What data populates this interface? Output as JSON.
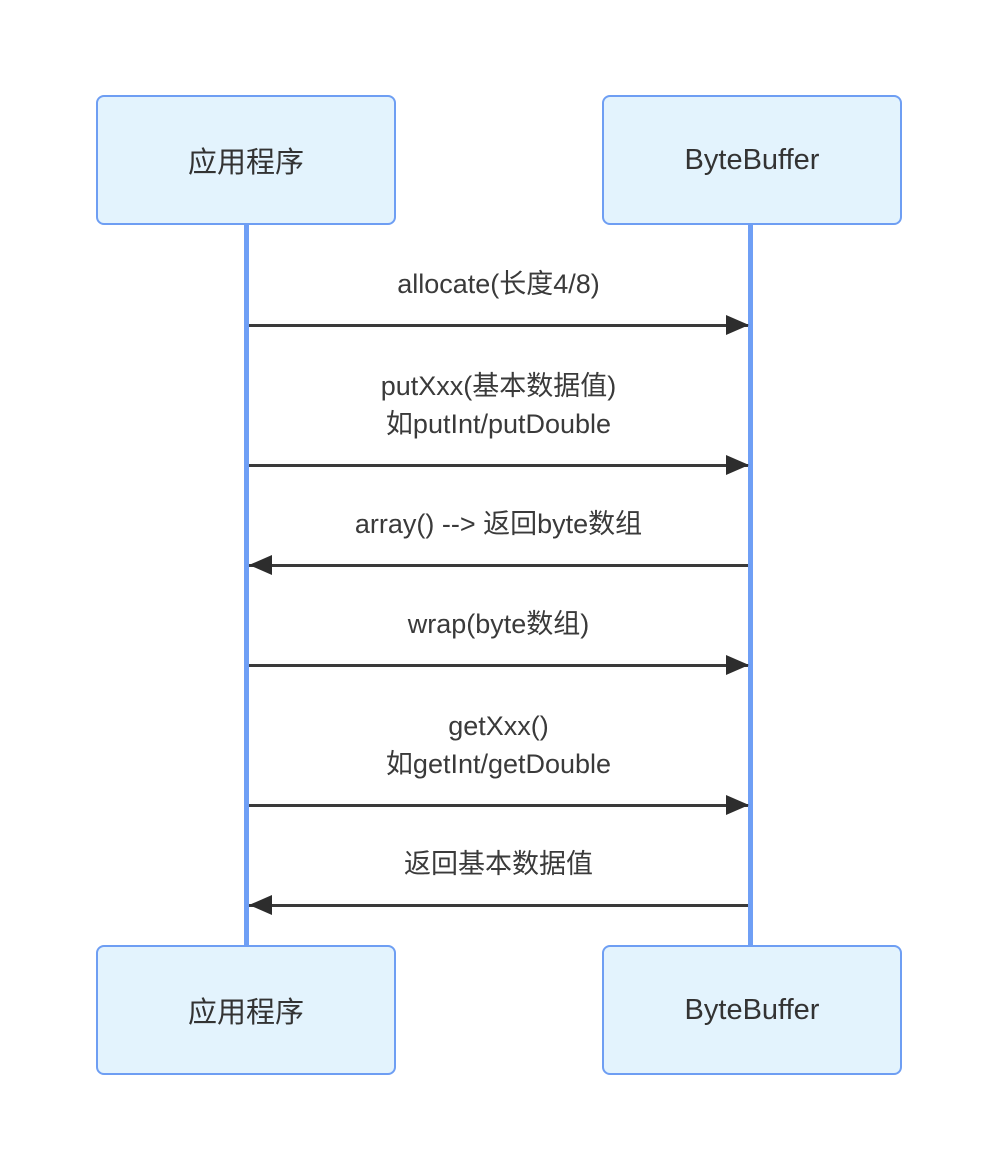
{
  "diagram": {
    "kind": "sequence-diagram",
    "actors": [
      {
        "id": "app",
        "label": "应用程序"
      },
      {
        "id": "bytebuffer",
        "label": "ByteBuffer"
      }
    ],
    "messages": [
      {
        "from": "app",
        "to": "bytebuffer",
        "direction": "right",
        "label_lines": [
          "allocate(长度4/8)"
        ]
      },
      {
        "from": "app",
        "to": "bytebuffer",
        "direction": "right",
        "label_lines": [
          "putXxx(基本数据值)",
          "如putInt/putDouble"
        ]
      },
      {
        "from": "bytebuffer",
        "to": "app",
        "direction": "left",
        "label_lines": [
          "array() --> 返回byte数组"
        ]
      },
      {
        "from": "app",
        "to": "bytebuffer",
        "direction": "right",
        "label_lines": [
          "wrap(byte数组)"
        ]
      },
      {
        "from": "app",
        "to": "bytebuffer",
        "direction": "right",
        "label_lines": [
          "getXxx()",
          "如getInt/getDouble"
        ]
      },
      {
        "from": "bytebuffer",
        "to": "app",
        "direction": "left",
        "label_lines": [
          "返回基本数据值"
        ]
      }
    ],
    "colors": {
      "box_fill": "#e3f3fd",
      "box_border": "#6e9ef3",
      "lifeline": "#6f9ff5",
      "arrow": "#3a3a3a",
      "text": "#333333"
    }
  }
}
